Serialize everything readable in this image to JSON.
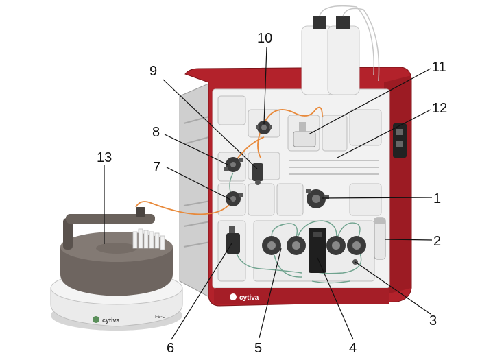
{
  "callouts": [
    {
      "id": "1",
      "label": "1"
    },
    {
      "id": "2",
      "label": "2"
    },
    {
      "id": "3",
      "label": "3"
    },
    {
      "id": "4",
      "label": "4"
    },
    {
      "id": "5",
      "label": "5"
    },
    {
      "id": "6",
      "label": "6"
    },
    {
      "id": "7",
      "label": "7"
    },
    {
      "id": "8",
      "label": "8"
    },
    {
      "id": "9",
      "label": "9"
    },
    {
      "id": "10",
      "label": "10"
    },
    {
      "id": "11",
      "label": "11"
    },
    {
      "id": "12",
      "label": "12"
    },
    {
      "id": "13",
      "label": "13"
    }
  ],
  "brand": {
    "instrument_logo": "cytiva",
    "fraction_collector_logo": "cytiva",
    "fraction_collector_model": "F9-C"
  },
  "colors": {
    "housing_red": "#b3222b",
    "panel_white": "#f2f2f2",
    "side_gray": "#c9c9c9",
    "valve_dark": "#3a3a3a",
    "tubing_green": "#6fa38e",
    "tubing_orange": "#e8893a",
    "collector_rack": "#6e6560",
    "collector_base": "#e6e6e6"
  }
}
